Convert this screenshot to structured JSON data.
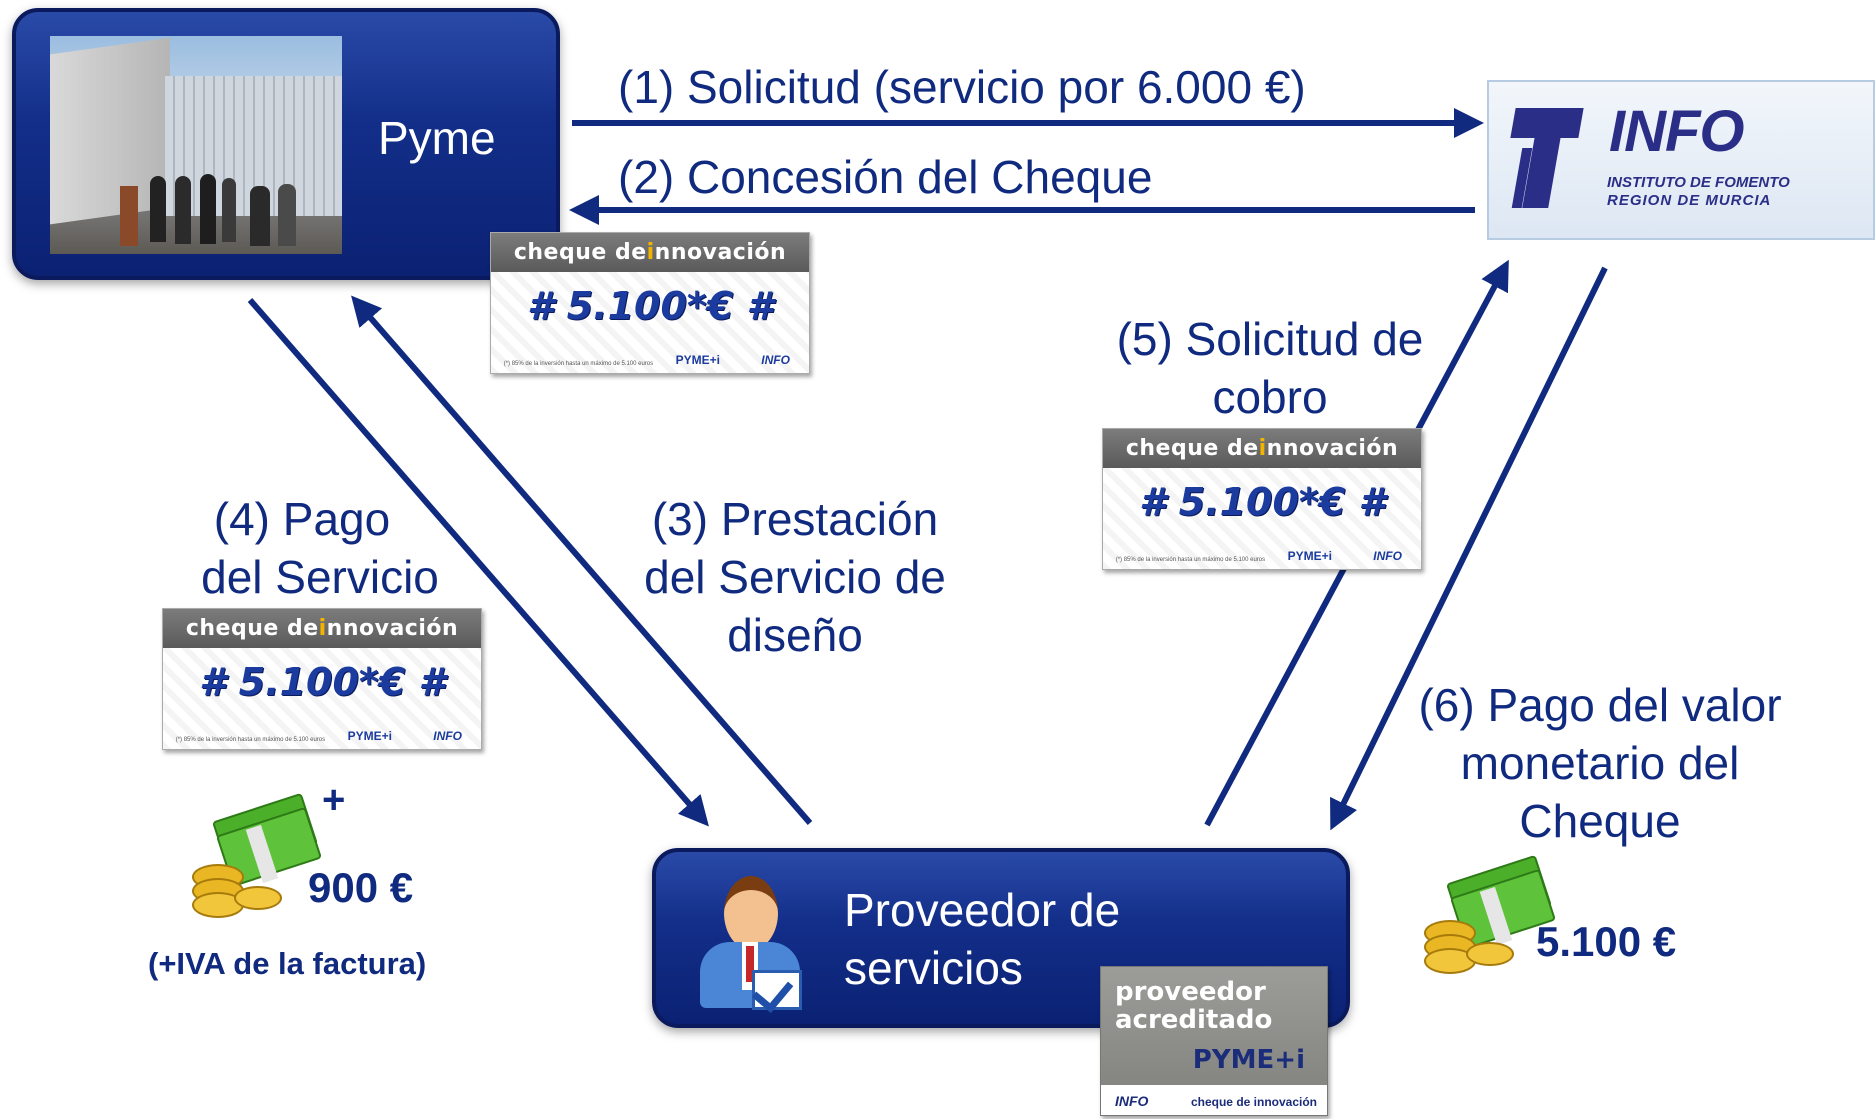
{
  "nodes": {
    "pyme": {
      "label": "Pyme"
    },
    "info": {
      "logo_text": "INFO",
      "subtitle_line1": "INSTITUTO DE FOMENTO",
      "subtitle_line2": "REGION DE MURCIA"
    },
    "proveedor": {
      "label_line1": "Proveedor de",
      "label_line2": "servicios"
    }
  },
  "flows": {
    "step1": "(1) Solicitud (servicio por 6.000 €)",
    "step2": "(2) Concesión del Cheque",
    "step3_line1": "(3) Prestación",
    "step3_line2": "del Servicio de",
    "step3_line3": "diseño",
    "step4_line1": "(4) Pago",
    "step4_line2": "del Servicio",
    "step5_line1": "(5) Solicitud de",
    "step5_line2": "cobro",
    "step6_line1": "(6) Pago del valor",
    "step6_line2": "monetario del",
    "step6_line3": "Cheque"
  },
  "cheque": {
    "title_prefix": "cheque de ",
    "title_highlight": "i",
    "title_suffix": "nnovación",
    "amount": "# 5.100*€ #",
    "note": "(*) 85% de la inversión hasta un máximo de 5.100 euros",
    "logo_pyme": "PYME+i",
    "logo_info": "INFO"
  },
  "payments": {
    "plus": "+",
    "company_amount": "900 €",
    "iva_note": "(+IVA de la factura)",
    "info_amount": "5.100 €"
  },
  "badge": {
    "line1": "proveedor",
    "line2": "acreditado",
    "logo_pyme": "PYME+i",
    "logo_info": "INFO",
    "footer": "cheque de innovación"
  },
  "colors": {
    "navy": "#0b2173",
    "arrow": "#0f2a7f",
    "text_blue": "#0f2a7f",
    "cheque_gray": "#6a6a6a",
    "accent_yellow": "#f3b400"
  }
}
